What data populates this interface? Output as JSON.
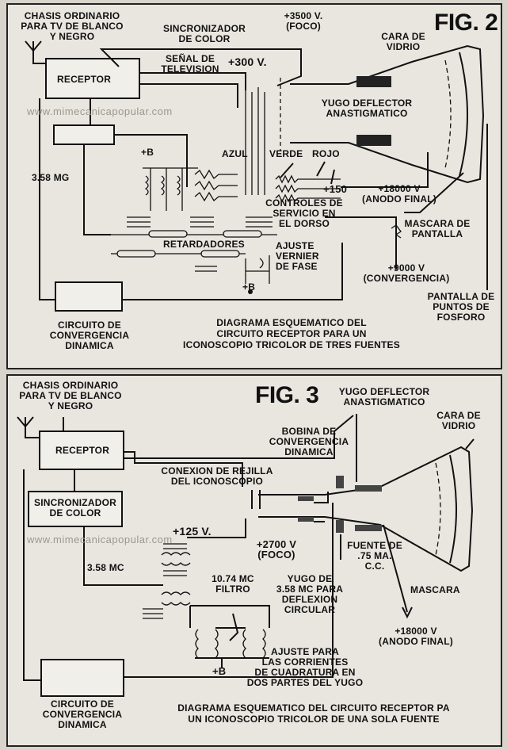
{
  "fig2": {
    "title": "Fig. 2",
    "chasis": "CHASIS ORDINARIO\nPARA TV DE BLANCO\nY NEGRO",
    "sincronizador": "SINCRONIZADOR\nDE COLOR",
    "foco": "+3500 V.\n(FOCO)",
    "cara": "CARA DE\nVIDRIO",
    "senal": "SEÑAL DE\nTELEVISION",
    "v300": "+300 V.",
    "receptor": "RECEPTOR",
    "yugo": "YUGO DEFLECTOR\nANASTIGMATICO",
    "b_plus": "+B",
    "mg": "3.58 MG",
    "azul": "AZUL",
    "verde": "VERDE",
    "rojo": "ROJO",
    "v150": "+150",
    "anodo": "+18000 V\n(ANODO FINAL)",
    "controles": "CONTROLES DE\nSERVICIO EN\nEL DORSO",
    "mascara": "MASCARA DE\nPANTALLA",
    "retardadores": "RETARDADORES",
    "ajuste": "AJUSTE\nVERNIER\nDE FASE",
    "v9000": "+9000 V\n(CONVERGENCIA)",
    "b_plus2": "+B",
    "convergencia": "CIRCUITO DE\nCONVERGENCIA\nDINAMICA",
    "pantalla": "PANTALLA DE\nPUNTOS DE\nFOSFORO",
    "caption": "DIAGRAMA ESQUEMATICO DEL\nCIRCUITO RECEPTOR PARA UN\nICONOSCOPIO TRICOLOR DE TRES FUENTES"
  },
  "fig3": {
    "title": "Fig. 3",
    "chasis": "CHASIS ORDINARIO\nPARA TV DE BLANCO\nY NEGRO",
    "yugo": "YUGO DEFLECTOR\nANASTIGMATICO",
    "cara": "CARA DE\nVIDRIO",
    "receptor": "RECEPTOR",
    "bobina": "BOBINA DE\nCONVERGENCIA\nDINAMICA",
    "conexion": "CONEXION DE REJILLA\nDEL ICONOSCOPIO",
    "sincronizador": "SINCRONIZADOR\nDE COLOR",
    "v125": "+125 V.",
    "foco": "+2700 V\n(FOCO)",
    "fuente": "FUENTE DE\n.75 MA.\nC.C.",
    "mc": "3.58 MC",
    "filtro": "10.74 MC\nFILTRO",
    "yugo358": "YUGO DE\n3.58 MC PARA\nDEFLEXION\nCIRCULAR",
    "mascara": "MASCARA",
    "anodo": "+18000 V\n(ANODO FINAL)",
    "ajuste": "AJUSTE PARA\nLAS CORRIENTES\nDE CUADRATURA EN\nDOS PARTES DEL YUGO",
    "b_plus": "+B",
    "convergencia": "CIRCUITO DE\nCONVERGENCIA\nDINAMICA",
    "caption": "DIAGRAMA ESQUEMATICO DEL CIRCUITO RECEPTOR PA\nUN ICONOSCOPIO TRICOLOR DE UNA SOLA FUENTE"
  },
  "watermark": "www.mimecanicapopular.com"
}
